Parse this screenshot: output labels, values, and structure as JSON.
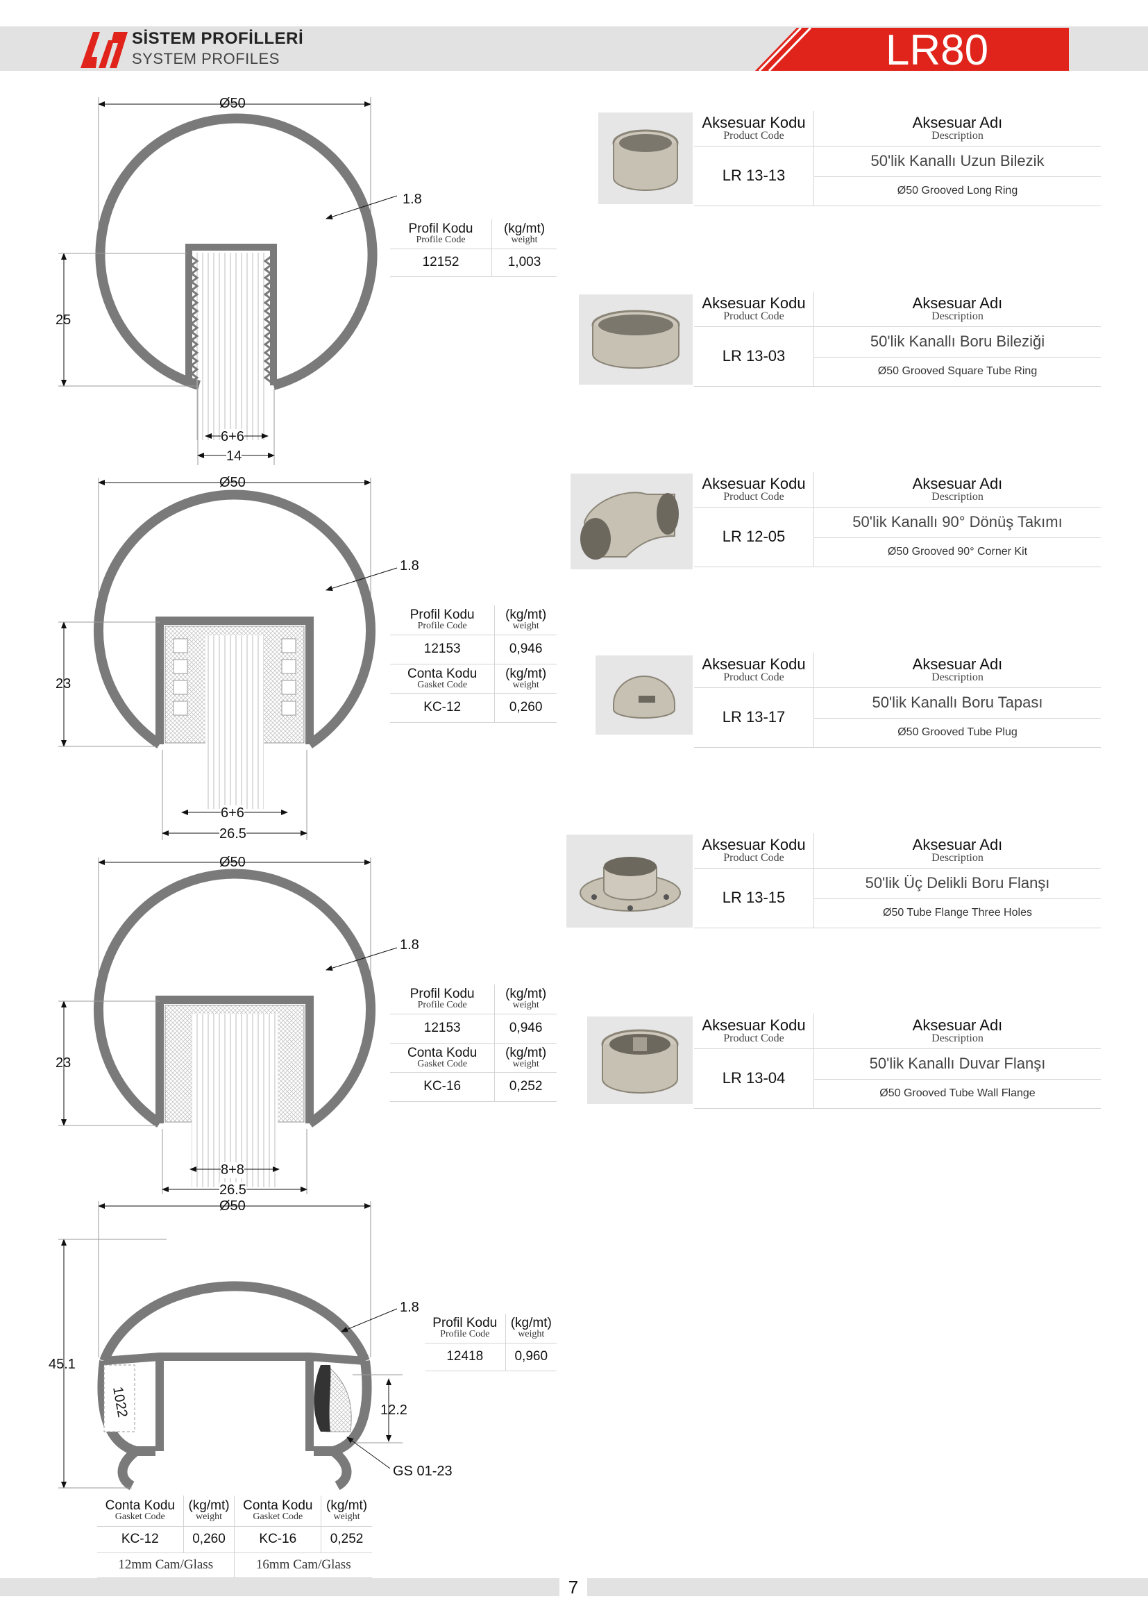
{
  "header": {
    "brand_tr": "SİSTEM PROFİLLERİ",
    "brand_en": "SYSTEM PROFILES",
    "series_code": "LR80",
    "accent_color": "#e0241b"
  },
  "labels": {
    "profil_kodu": "Profil Kodu",
    "profile_code": "Profile Code",
    "kgmt": "(kg/mt)",
    "weight": "weight",
    "conta_kodu": "Conta Kodu",
    "gasket_code": "Gasket Code",
    "aksesuar_kodu": "Aksesuar Kodu",
    "product_code": "Product Code",
    "aksesuar_adi": "Aksesuar Adı",
    "description": "Description"
  },
  "profiles": [
    {
      "dims": {
        "dia": "Ø50",
        "wall": "1.8",
        "height": "25",
        "inner": "6+6",
        "outer": "14"
      },
      "profile_code": "12152",
      "profile_weight": "1,003"
    },
    {
      "dims": {
        "dia": "Ø50",
        "wall": "1.8",
        "height": "23",
        "inner": "6+6",
        "outer": "26.5"
      },
      "profile_code": "12153",
      "profile_weight": "0,946",
      "gasket_code": "KC-12",
      "gasket_weight": "0,260"
    },
    {
      "dims": {
        "dia": "Ø50",
        "wall": "1.8",
        "height": "23",
        "inner": "8+8",
        "outer": "26.5"
      },
      "profile_code": "12153",
      "profile_weight": "0,946",
      "gasket_code": "KC-16",
      "gasket_weight": "0,252"
    },
    {
      "dims": {
        "dia": "Ø50",
        "wall": "1.8",
        "height": "45.1",
        "led": "1022",
        "gasket_h": "12.2",
        "gasket_ref": "GS 01-23"
      },
      "profile_code": "12418",
      "profile_weight": "0,960"
    }
  ],
  "bottom_gaskets": [
    {
      "code": "KC-12",
      "weight": "0,260",
      "glass": "12mm Cam/Glass"
    },
    {
      "code": "KC-16",
      "weight": "0,252",
      "glass": "16mm Cam/Glass"
    }
  ],
  "accessories": [
    {
      "code": "LR 13-13",
      "name_tr": "50'lik Kanallı Uzun Bilezik",
      "name_en": "Ø50  Grooved Long Ring"
    },
    {
      "code": "LR 13-03",
      "name_tr": "50'lik Kanallı Boru Bileziği",
      "name_en": "Ø50 Grooved Square Tube Ring"
    },
    {
      "code": "LR 12-05",
      "name_tr": "50'lik Kanallı 90° Dönüş Takımı",
      "name_en": "Ø50 Grooved 90° Corner Kit"
    },
    {
      "code": "LR 13-17",
      "name_tr": "50'lik Kanallı Boru Tapası",
      "name_en": "Ø50 Grooved Tube Plug"
    },
    {
      "code": "LR 13-15",
      "name_tr": "50'lik Üç Delikli Boru Flanşı",
      "name_en": "Ø50 Tube Flange Three Holes"
    },
    {
      "code": "LR 13-04",
      "name_tr": "50'lik Kanallı Duvar Flanşı",
      "name_en": "Ø50 Grooved Tube Wall Flange"
    }
  ],
  "page_number": "7"
}
